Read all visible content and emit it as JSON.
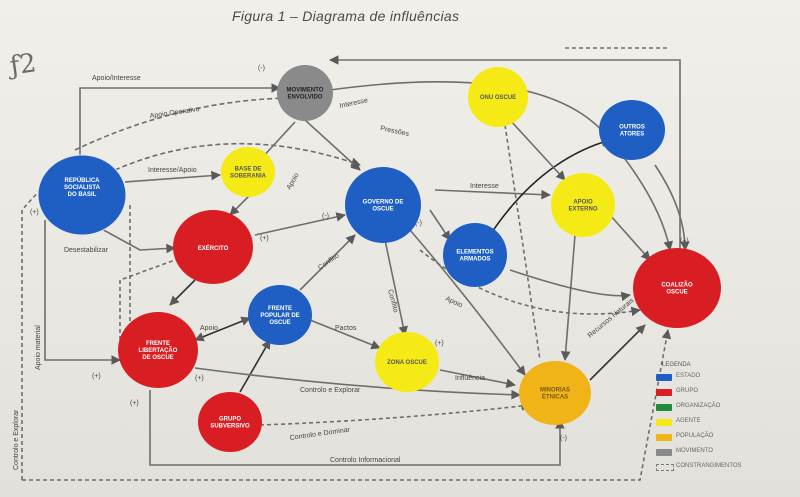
{
  "title": "Figura 1 – Diagrama de influências",
  "colors": {
    "blue": "#1f5fc4",
    "red": "#d81e22",
    "green": "#1f8a3a",
    "yellow": "#f5ea16",
    "orange": "#f0b418",
    "gray": "#8a8a8a"
  },
  "nodes": [
    {
      "id": "rsb",
      "label": "REPÚBLICA SOCIALISTA DO BASIL",
      "color": "blue"
    },
    {
      "id": "movimento",
      "label": "MOVIMENTO ENVOLVIDO",
      "color": "gray"
    },
    {
      "id": "base",
      "label": "BASE DE SOBERANIA",
      "color": "yellow"
    },
    {
      "id": "exercito",
      "label": "EXÉRCITO",
      "color": "red"
    },
    {
      "id": "governo",
      "label": "GOVERNO DE OSCUE",
      "color": "blue"
    },
    {
      "id": "frente_pop",
      "label": "FRENTE POPULAR DE OSCUE",
      "color": "blue"
    },
    {
      "id": "frente_lib",
      "label": "FRENTE LIBERTAÇÃO DE OSCUE",
      "color": "red"
    },
    {
      "id": "grupo",
      "label": "GRUPO SUBVERSIVO",
      "color": "red"
    },
    {
      "id": "zona",
      "label": "ZONA OSCUE",
      "color": "yellow"
    },
    {
      "id": "minorias",
      "label": "MINORIAS ÉTNICAS",
      "color": "orange"
    },
    {
      "id": "elementos",
      "label": "ELEMENTOS ARMADOS",
      "color": "blue"
    },
    {
      "id": "apoio",
      "label": "APOIO EXTERNO",
      "color": "yellow"
    },
    {
      "id": "onu",
      "label": "ONU OSCUE",
      "color": "yellow"
    },
    {
      "id": "outro",
      "label": "OUTROS ATORES",
      "color": "blue"
    },
    {
      "id": "coalizao",
      "label": "COALIZÃO OSCUE",
      "color": "red"
    }
  ],
  "edge_labels": [
    "Apoio/Interesse",
    "Apoio Operativo",
    "Interesse/Apoio",
    "Desestabilizar",
    "Apoio material",
    "Interesse",
    "Apoio",
    "Apoio",
    "Pressões",
    "Interesse",
    "Apoio",
    "Conflito",
    "Pactos",
    "Conflito",
    "Influência",
    "Controlo e Explorar",
    "Controlo e Dominar",
    "Controlo e Explorar",
    "Controlo Informacional",
    "Recursos Naturais"
  ],
  "legend": {
    "title": "LEGENDA",
    "items": [
      {
        "color": "blue",
        "text": "ESTADO"
      },
      {
        "color": "red",
        "text": "GRUPO"
      },
      {
        "color": "green",
        "text": "ORGANIZAÇÃO"
      },
      {
        "color": "yellow",
        "text": "AGENTE"
      },
      {
        "color": "orange",
        "text": "POPULAÇÃO"
      },
      {
        "color": "gray",
        "text": "MOVIMENTO"
      },
      {
        "color": "gray",
        "text": "CONSTRANGIMENTOS"
      }
    ]
  },
  "relation_markers": [
    "(-)",
    "(+)",
    "(+)",
    "(-)",
    "(+)",
    "(+)",
    "(-)",
    "(+)",
    "(-)",
    "(+)",
    "(+)",
    "(-)"
  ]
}
